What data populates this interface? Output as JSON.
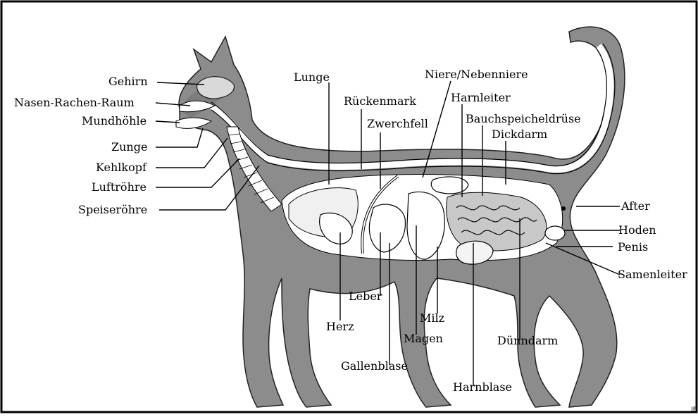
{
  "labels": {
    "gehirn": "Gehirn",
    "nasen_rachen_raum": "Nasen-Rachen-Raum",
    "mundhoehle": "Mundhöhle",
    "zunge": "Zunge",
    "kehlkopf": "Kehlkopf",
    "luftroehre": "Luftröhre",
    "speiseroehre": "Speiseröhre",
    "lunge": "Lunge",
    "rueckenmark": "Rückenmark",
    "zwerchfell": "Zwerchfell",
    "niere_nebenniere": "Niere/Nebenniere",
    "harnleiter": "Harnleiter",
    "bauchspeicheldruese": "Bauchspeicheldrüse",
    "dickdarm": "Dickdarm",
    "after": "After",
    "hoden": "Hoden",
    "penis": "Penis",
    "samenleiter": "Samenleiter",
    "leber": "Leber",
    "herz": "Herz",
    "milz": "Milz",
    "magen": "Magen",
    "gallenblase": "Gallenblase",
    "duenndarm": "Dünndarm",
    "harnblase": "Harnblase"
  },
  "signature": "JF",
  "colors": {
    "body": "#8c8c8c",
    "body_light": "#bdbdbd",
    "cavity": "#ffffff",
    "line": "#000000",
    "frame": "#000000"
  }
}
